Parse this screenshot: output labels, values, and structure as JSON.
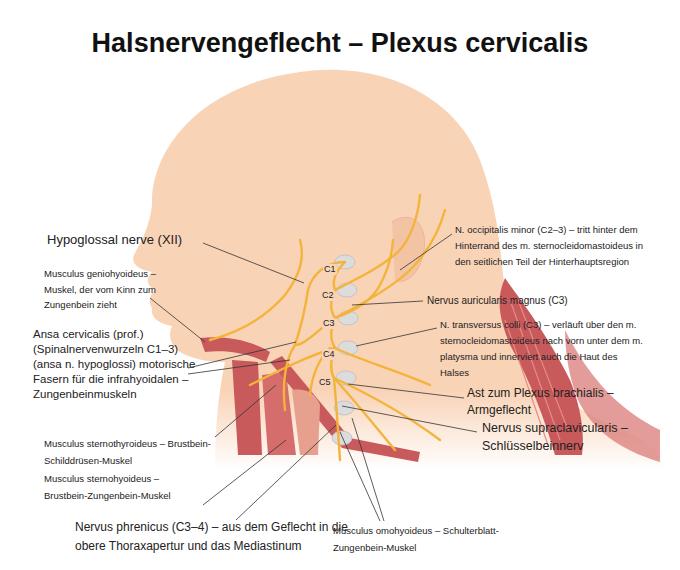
{
  "diagram": {
    "title": "Halsnervengeflecht – Plexus cervicalis",
    "labels": [
      "Hypoglossal nerve (XII)",
      "Musculus geniohyoideus – Muskel, der vom Kinn zum Zungenbein zieht",
      "Ansa cervicalis (prof.) (Spinalnervenwurzeln C1–3) (ansa n. hypoglossi) motorische Fasern für die infrahyoidalen – Zungenbeinmuskeln",
      "Musculus sternothyroideus – Brustbein-Schilddrüsen-Muskel",
      "Musculus sternohyoideus – Brustbein-Zungenbein-Muskel",
      "Nervus phrenicus (C3–4) – aus dem Geflecht in die obere Thoraxapertur und das Mediastinum",
      "Musculus omohyoideus – Schulterblatt-Zungenbein-Muskel",
      "N. occipitalis minor (C2–3) – tritt hinter dem Hinterrand des m. sternocleidomastoideus in den seitlichen Teil der Hinterhauptsregion",
      "Nervus auricularis magnus (C3)",
      "N. transversus colli (C3) – verläuft über den m. sternocleidomastoideus nach vorn unter dem m. platysma und innerviert auch die Haut des Halses",
      "Ast zum Plexus brachialis – Armgeflecht",
      "Nervus supraclavicularis – Schlüsselbeinnerv",
      "C1",
      "C2",
      "C3",
      "C4",
      "C5"
    ]
  }
}
